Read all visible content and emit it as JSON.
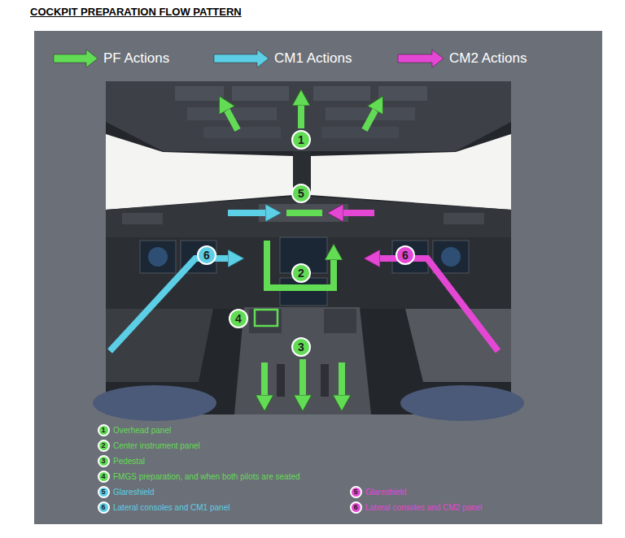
{
  "diagram": {
    "title": "COCKPIT PREPARATION FLOW PATTERN",
    "nodes": [
      {
        "text": [
          "1"
        ]
      },
      {
        "text": [
          "5"
        ]
      },
      {
        "text": [
          "6"
        ]
      },
      {
        "text": [
          "6"
        ]
      },
      {
        "text": [
          "2"
        ]
      },
      {
        "text": [
          "4"
        ]
      },
      {
        "text": [
          "3"
        ]
      },
      {
        "text": [
          "1"
        ]
      },
      {
        "text": [
          "2"
        ]
      },
      {
        "text": [
          "3"
        ]
      },
      {
        "text": [
          "4"
        ]
      },
      {
        "text": [
          "5"
        ]
      },
      {
        "text": [
          "5"
        ]
      },
      {
        "text": [
          "6"
        ]
      },
      {
        "text": [
          "6"
        ]
      }
    ],
    "labels": [
      "Overhead panel",
      "Center instrument panel",
      "Pedestal",
      "FMGS preparation, and when both pilots are seated",
      "Glareshield",
      "Glareshield",
      "Lateral consoles and CM1 panel",
      "Lateral consoles and CM2 panel"
    ],
    "legend": [
      {
        "text": "PF Actions",
        "color": "#63dc55"
      },
      {
        "text": "CM1 Actions",
        "color": "#5ccfe6"
      },
      {
        "text": "CM2 Actions",
        "color": "#e447d4"
      }
    ]
  }
}
